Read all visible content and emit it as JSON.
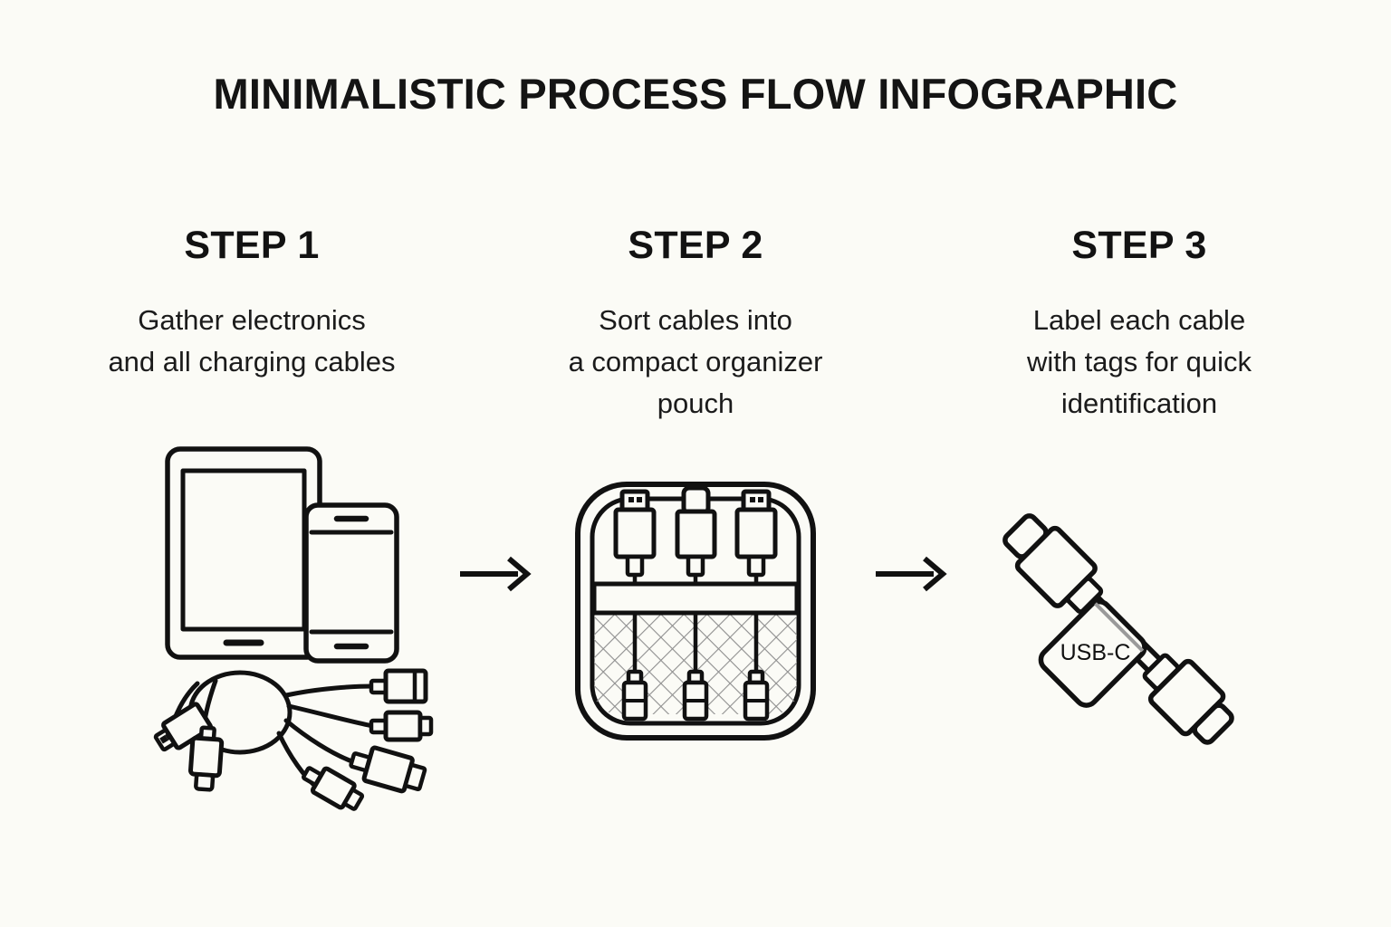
{
  "page": {
    "title": "MINIMALISTIC PROCESS FLOW INFOGRAPHIC",
    "background_color": "#fbfbf6",
    "ink_color": "#111111",
    "mesh_color": "#8f8f8f"
  },
  "steps": [
    {
      "heading": "STEP 1",
      "description_lines": [
        "Gather electronics",
        "and all charging cables"
      ],
      "illustration": "tablet-phone-and-cable-bundle"
    },
    {
      "heading": "STEP 2",
      "description_lines": [
        "Sort cables into",
        "a compact organizer",
        "pouch"
      ],
      "illustration": "cable-organizer-pouch"
    },
    {
      "heading": "STEP 3",
      "description_lines": [
        "Label each cable",
        "with tags for quick",
        "identification"
      ],
      "illustration": "labelled-usb-c-cable"
    }
  ],
  "connectors": [
    {
      "name": "arrow-step1-to-step2",
      "glyph": "arrow-right-icon"
    },
    {
      "name": "arrow-step2-to-step3",
      "glyph": "arrow-right-icon"
    }
  ],
  "labels": {
    "cable_tag_text": "USB-C"
  }
}
